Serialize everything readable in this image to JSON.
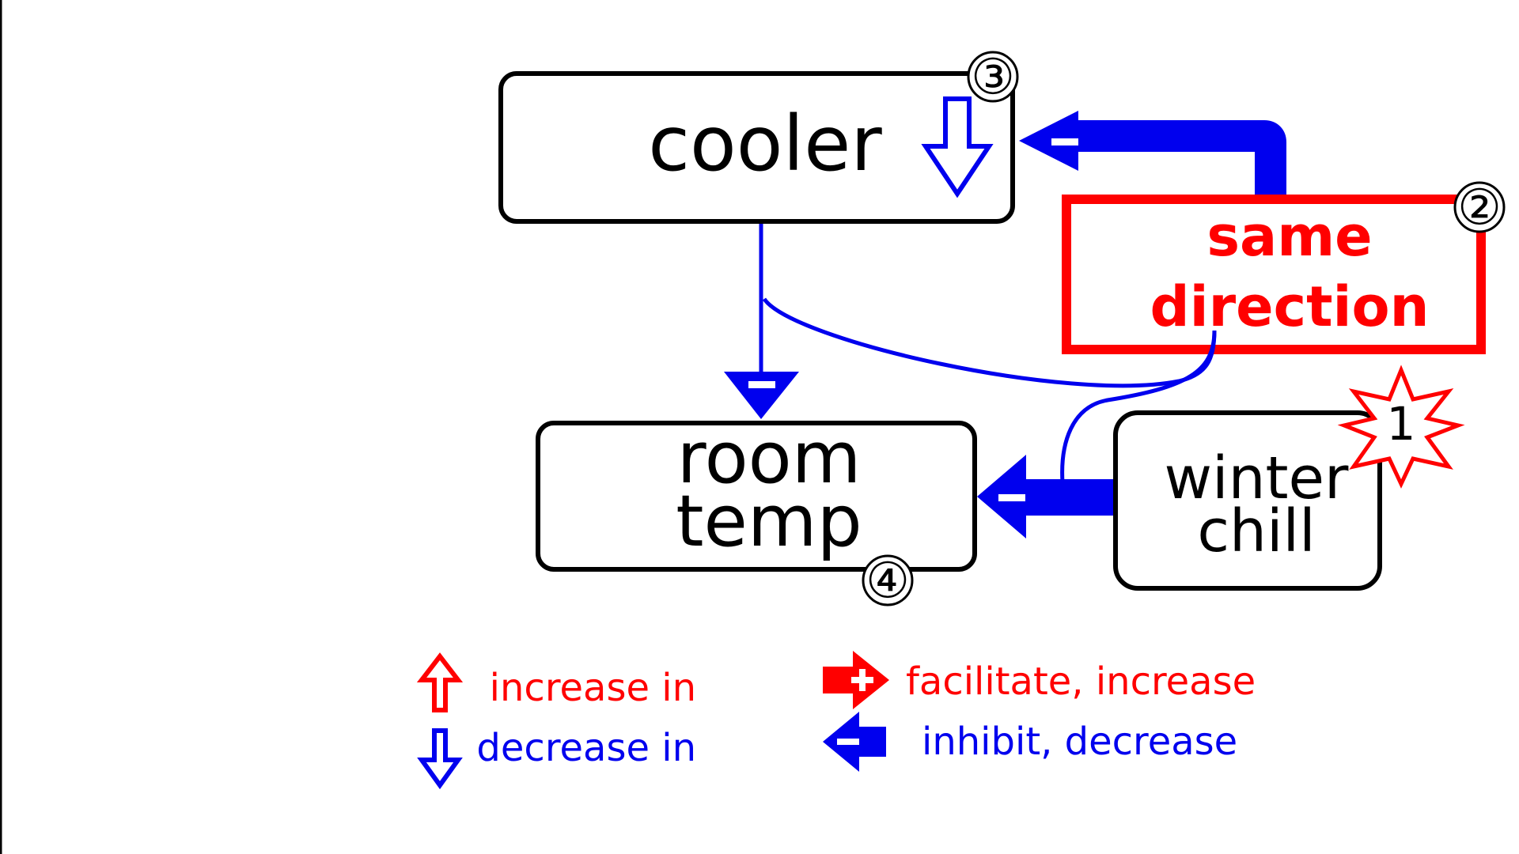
{
  "nodes": {
    "cooler": {
      "label": "cooler",
      "number": "③"
    },
    "same_direction": {
      "line1": "same",
      "line2": "direction",
      "number": "②"
    },
    "room_temp": {
      "line1": "room",
      "line2": "temp",
      "number": "④"
    },
    "winter_chill": {
      "line1": "winter",
      "line2": "chill",
      "number": "1"
    }
  },
  "legend": {
    "increase": "increase in",
    "decrease": "decrease in",
    "facilitate": "facilitate, increase",
    "inhibit": "inhibit, decrease"
  },
  "colors": {
    "red": "#ff0000",
    "blue": "#0000ee",
    "black": "#000000"
  },
  "icons": [
    "down-arrow-icon",
    "up-arrow-icon",
    "plus-arrow-icon",
    "minus-arrow-icon",
    "starburst-icon"
  ]
}
